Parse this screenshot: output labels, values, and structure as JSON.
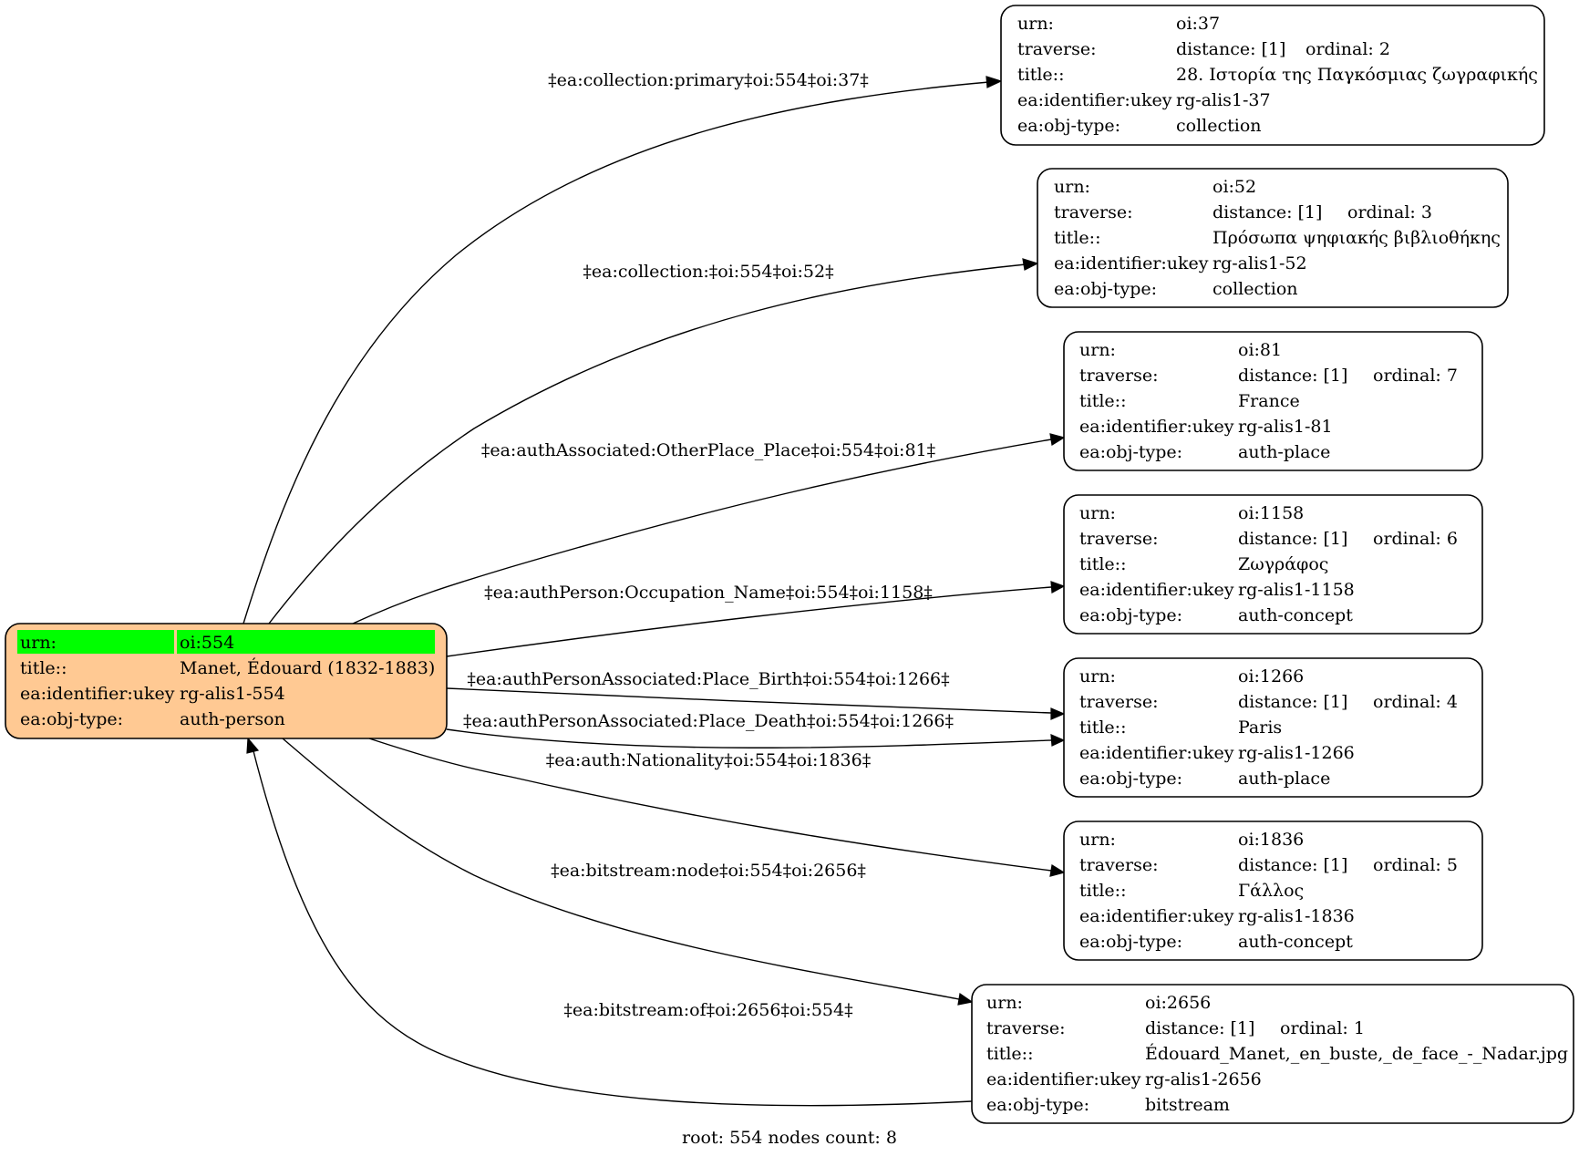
{
  "colors": {
    "root_fill": "#ffc993",
    "highlight": "#00ff00",
    "node_fill": "#ffffff",
    "stroke": "#000000"
  },
  "row_labels": {
    "urn": "urn:",
    "traverse": "traverse:",
    "title": "title::",
    "ukey": "ea:identifier:ukey",
    "objtype": "ea:obj-type:"
  },
  "root": {
    "urn": "oi:554",
    "title": "Manet, Édouard (1832-1883)",
    "ukey": "rg-alis1-554",
    "objtype": "auth-person"
  },
  "nodes": [
    {
      "id": "oi37",
      "urn": "oi:37",
      "distance": "distance: [1]",
      "ordinal": "ordinal: 2",
      "title": "28. Ιστορία της Παγκόσμιας ζωγραφικής",
      "ukey": "rg-alis1-37",
      "objtype": "collection"
    },
    {
      "id": "oi52",
      "urn": "oi:52",
      "distance": "distance: [1]",
      "ordinal": "ordinal: 3",
      "title": "Πρόσωπα ψηφιακής βιβλιοθήκης",
      "ukey": "rg-alis1-52",
      "objtype": "collection"
    },
    {
      "id": "oi81",
      "urn": "oi:81",
      "distance": "distance: [1]",
      "ordinal": "ordinal: 7",
      "title": "France",
      "ukey": "rg-alis1-81",
      "objtype": "auth-place"
    },
    {
      "id": "oi1158",
      "urn": "oi:1158",
      "distance": "distance: [1]",
      "ordinal": "ordinal: 6",
      "title": "Ζωγράφος",
      "ukey": "rg-alis1-1158",
      "objtype": "auth-concept"
    },
    {
      "id": "oi1266",
      "urn": "oi:1266",
      "distance": "distance: [1]",
      "ordinal": "ordinal: 4",
      "title": "Paris",
      "ukey": "rg-alis1-1266",
      "objtype": "auth-place"
    },
    {
      "id": "oi1836",
      "urn": "oi:1836",
      "distance": "distance: [1]",
      "ordinal": "ordinal: 5",
      "title": "Γάλλος",
      "ukey": "rg-alis1-1836",
      "objtype": "auth-concept"
    },
    {
      "id": "oi2656",
      "urn": "oi:2656",
      "distance": "distance: [1]",
      "ordinal": "ordinal: 1",
      "title": "Édouard_Manet,_en_buste,_de_face_-_Nadar.jpg",
      "ukey": "rg-alis1-2656",
      "objtype": "bitstream"
    }
  ],
  "edges": [
    {
      "label": "‡ea:collection:primary‡oi:554‡oi:37‡"
    },
    {
      "label": "‡ea:collection:‡oi:554‡oi:52‡"
    },
    {
      "label": "‡ea:authAssociated:OtherPlace_Place‡oi:554‡oi:81‡"
    },
    {
      "label": "‡ea:authPerson:Occupation_Name‡oi:554‡oi:1158‡"
    },
    {
      "label": "‡ea:authPersonAssociated:Place_Birth‡oi:554‡oi:1266‡"
    },
    {
      "label": "‡ea:authPersonAssociated:Place_Death‡oi:554‡oi:1266‡"
    },
    {
      "label": "‡ea:auth:Nationality‡oi:554‡oi:1836‡"
    },
    {
      "label": "‡ea:bitstream:node‡oi:554‡oi:2656‡"
    },
    {
      "label": "‡ea:bitstream:of‡oi:2656‡oi:554‡"
    }
  ],
  "footer": "root: 554 nodes count: 8"
}
